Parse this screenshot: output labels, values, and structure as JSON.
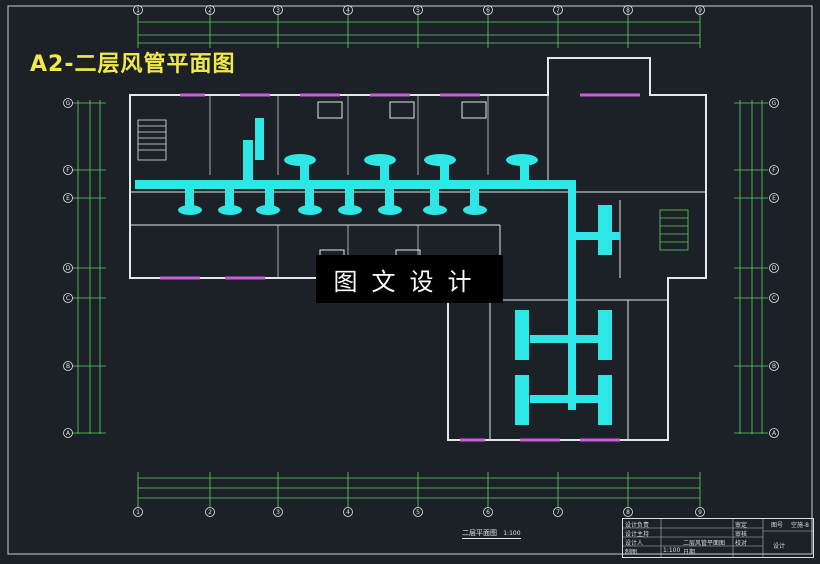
{
  "drawing": {
    "title": "A2-二层风管平面图",
    "watermark": "图文设计",
    "plan_caption": "二层平面图",
    "plan_scale": "1:100"
  },
  "grid": {
    "top_labels": [
      "1",
      "2",
      "3",
      "4",
      "5",
      "6",
      "7",
      "8",
      "9"
    ],
    "left_labels": [
      "G",
      "F",
      "E",
      "D",
      "C",
      "B",
      "A"
    ]
  },
  "title_block": {
    "rows": [
      [
        "设计负责",
        "",
        "",
        "审定"
      ],
      [
        "设计主持",
        "",
        "",
        "审核"
      ],
      [
        "设计人",
        "",
        "二层风管平面图",
        "校对"
      ],
      [
        "制图",
        "1:100",
        "日期",
        ""
      ]
    ],
    "drawing_no_label": "图号",
    "drawing_no": "空施-8",
    "sheet_label": "设计"
  },
  "colors": {
    "background": "#1b2127",
    "title": "#f2e84a",
    "walls": "#e6e6e6",
    "duct": "#2ee6e6",
    "grid_lines": "#5fd35f",
    "window_marks": "#c85fd8"
  }
}
